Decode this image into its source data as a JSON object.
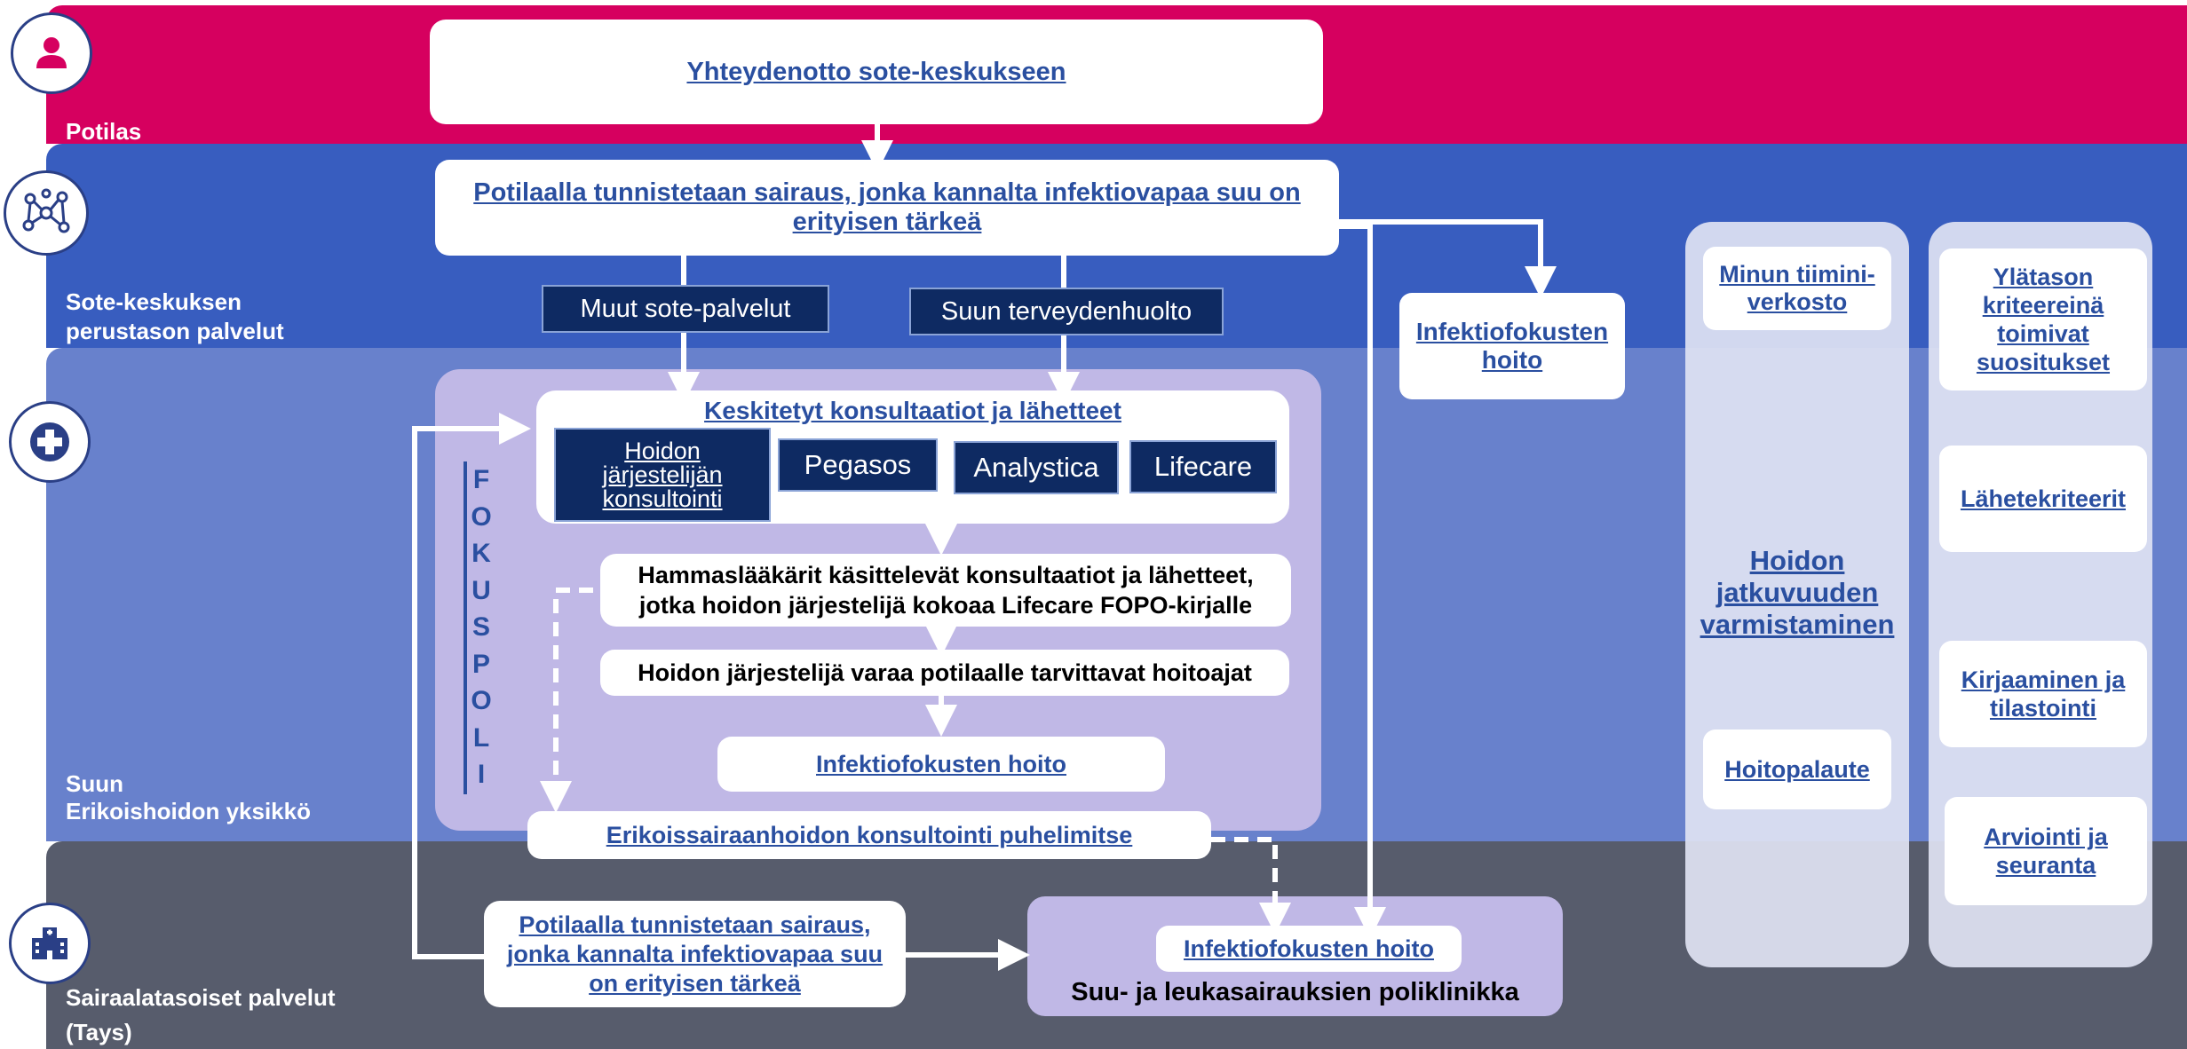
{
  "lanes": {
    "potilas": "Potilas",
    "sote_line1": "Sote-keskuksen",
    "sote_line2": "perustason palvelut",
    "suun_line1": "Suun",
    "suun_line2": "Erikoishoidon yksikkö",
    "sairaala_line1": "Sairaalatasoiset palvelut",
    "sairaala_line2": "(Tays)"
  },
  "icons": {
    "potilas": "person-icon",
    "sote": "network-icon",
    "suun": "medical-plus-icon",
    "sairaala": "hospital-icon"
  },
  "colors": {
    "potilas": "#d6005f",
    "sote": "#385dbf",
    "suun": "#6881cc",
    "sairaala": "#575c6c",
    "link": "#2a4fa0",
    "dark_box": "#0e2a62",
    "lavender": "#c0b8e6"
  },
  "boxes": {
    "yhteydenotto": "Yhteydenotto sote-keskukseen",
    "tunnistetaan": "Potilaalla tunnistetaan sairaus, jonka kannalta infektiovapaa suu on erityisen tärkeä",
    "muut": "Muut sote-palvelut",
    "suun_th": "Suun terveydenhuolto",
    "infektio_sote": "Infektiofokusten hoito",
    "keskitetyt": "Keskitetyt konsultaatiot ja lähetteet",
    "hoidon_jarj": "Hoidon järjestelijän konsultointi",
    "pegasos": "Pegasos",
    "analystica": "Analystica",
    "lifecare": "Lifecare",
    "hammas_line1": "Hammaslääkärit käsittelevät konsultaatiot ja lähetteet,",
    "hammas_line2": "jotka hoidon järjestelijä kokoaa Lifecare FOPO-kirjalle",
    "varaa": "Hoidon järjestelijä varaa potilaalle tarvittavat hoitoajat",
    "infektio_suun": "Infektiofokusten hoito",
    "erikois": "Erikoissairaanhoidon konsultointi puhelimitse",
    "tunnistetaan_tays": "Potilaalla tunnistetaan sairaus, jonka kannalta infektiovapaa suu on erityisen tärkeä",
    "infektio_tays": "Infektiofokusten hoito",
    "poliklinikka": "Suu- ja leukasairauksien poliklinikka"
  },
  "fokuspoli": [
    "F",
    "O",
    "K",
    "U",
    "S",
    "P",
    "O",
    "L",
    "I"
  ],
  "column1": {
    "top": "Minun tiimini-verkosto",
    "middle": "Hoidon jatkuvuuden varmistaminen",
    "bottom": "Hoitopalaute"
  },
  "column2": {
    "item1": "Ylätason kriteereinä toimivat suositukset",
    "item2": "Lähetekriteerit",
    "item3": "Kirjaaminen ja tilastointi",
    "item4": "Arviointi ja seuranta"
  }
}
